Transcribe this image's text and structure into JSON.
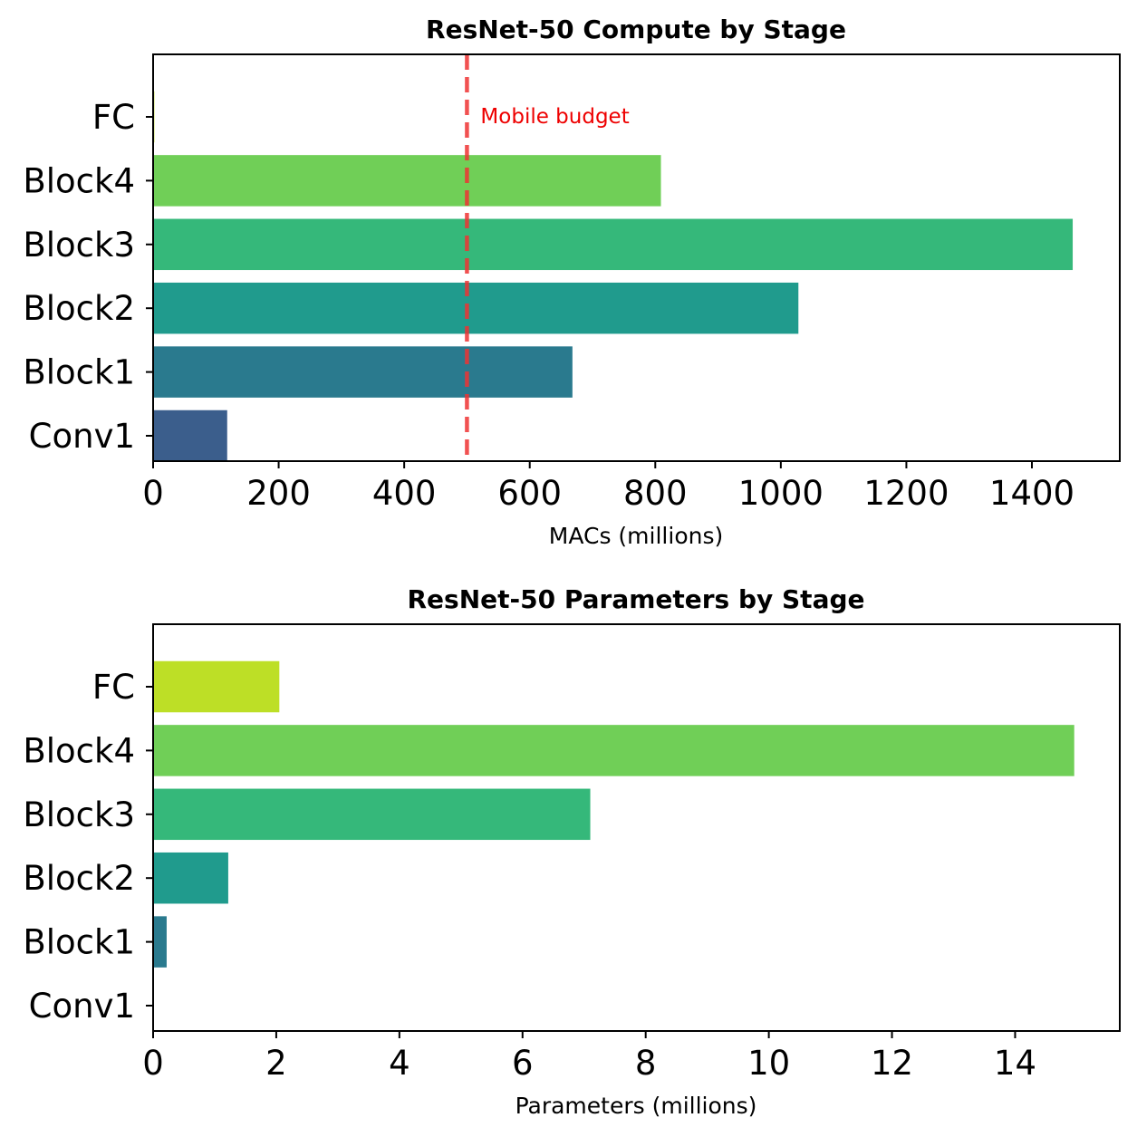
{
  "chart_data": [
    {
      "type": "bar",
      "orientation": "horizontal",
      "title": "ResNet-50 Compute by Stage",
      "xlabel": "MACs (millions)",
      "ylabel": "",
      "categories": [
        "Conv1",
        "Block1",
        "Block2",
        "Block3",
        "Block4",
        "FC"
      ],
      "values": [
        118,
        668,
        1028,
        1465,
        809,
        2
      ],
      "colors": [
        "#3b5e8c",
        "#2a7a8e",
        "#209b8d",
        "#35b87a",
        "#70cf57",
        "#bddf26"
      ],
      "xlim": [
        0,
        1540
      ],
      "xticks": [
        0,
        200,
        400,
        600,
        800,
        1000,
        1200,
        1400
      ],
      "grid": false,
      "reference_line": {
        "value": 500,
        "label": "Mobile budget",
        "color": "#ee3333",
        "style": "dashed"
      }
    },
    {
      "type": "bar",
      "orientation": "horizontal",
      "title": "ResNet-50 Parameters by Stage",
      "xlabel": "Parameters (millions)",
      "ylabel": "",
      "categories": [
        "Conv1",
        "Block1",
        "Block2",
        "Block3",
        "Block4",
        "FC"
      ],
      "values": [
        0.01,
        0.22,
        1.22,
        7.1,
        14.96,
        2.05
      ],
      "colors": [
        "#3b5e8c",
        "#2a7a8e",
        "#209b8d",
        "#35b87a",
        "#70cf57",
        "#bddf26"
      ],
      "xlim": [
        0,
        15.7
      ],
      "xticks": [
        0,
        2,
        4,
        6,
        8,
        10,
        12,
        14
      ],
      "grid": false
    }
  ]
}
